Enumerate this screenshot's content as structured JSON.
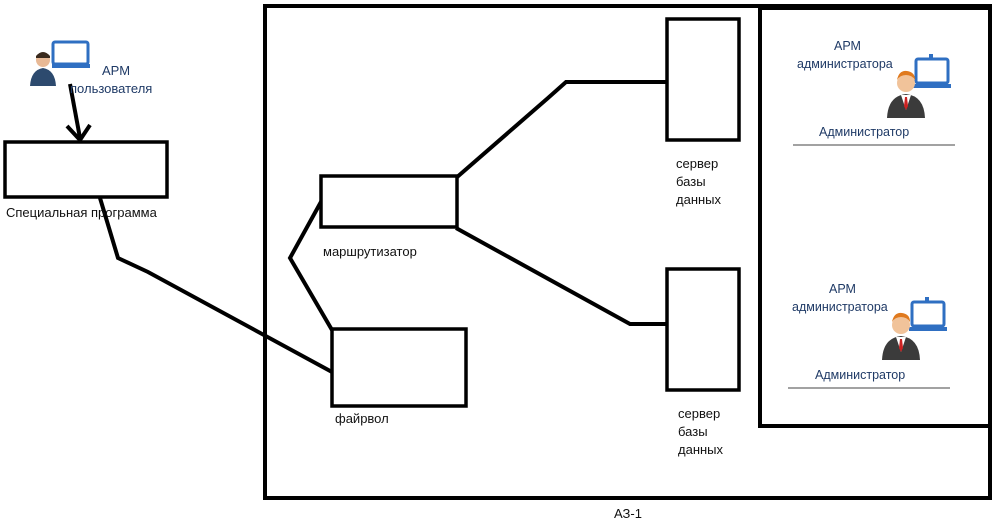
{
  "diagram": {
    "user_station": {
      "line1": "АРМ",
      "line2": "пользователя"
    },
    "special_program": "Специальная программа",
    "router": "маршрутизатор",
    "firewall": "файрвол",
    "db_server_1": {
      "line1": "сервер",
      "line2": "базы",
      "line3": "данных"
    },
    "db_server_2": {
      "line1": "сервер",
      "line2": "базы",
      "line3": "данных"
    },
    "admin_station_1": {
      "line1": "АРМ",
      "line2": "администратора",
      "role": "Администратор"
    },
    "admin_station_2": {
      "line1": "АРМ",
      "line2": "администратора",
      "role": "Администратор"
    },
    "zone_label": "АЗ-1"
  },
  "icons": {
    "user": "user-at-laptop-icon",
    "admin": "admin-at-laptop-icon"
  },
  "colors": {
    "lines": "#000000",
    "icon_blue": "#2f6fc2",
    "text_blue": "#1f3a66"
  }
}
